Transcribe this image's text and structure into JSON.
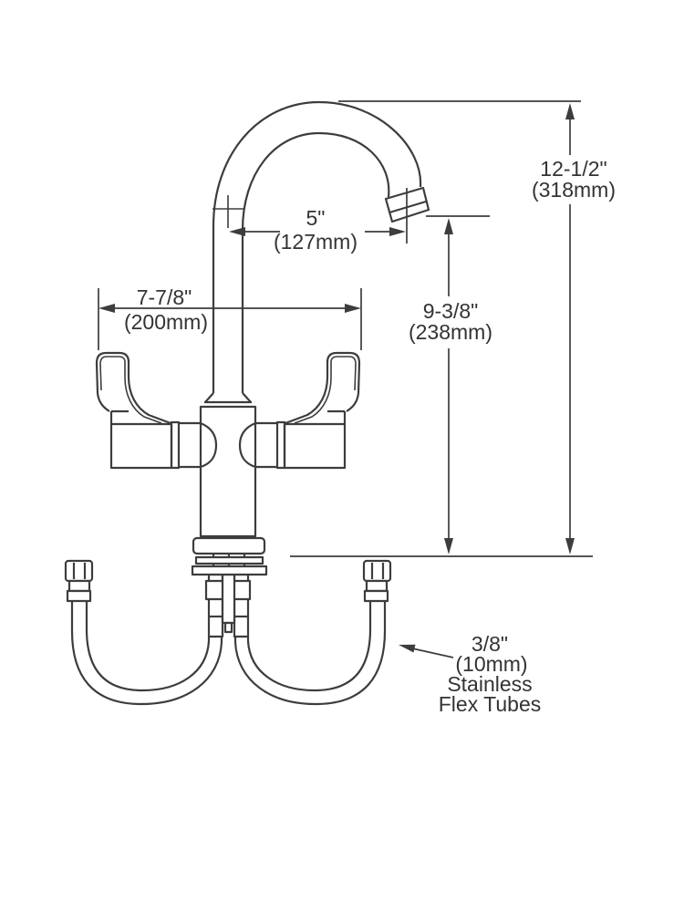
{
  "colors": {
    "line": "#3d3d3d",
    "text": "#333333",
    "background": "#ffffff"
  },
  "dimensions": {
    "overall_height": {
      "imperial": "12-1/2\"",
      "metric": "(318mm)"
    },
    "deck_to_spout_outlet": {
      "imperial": "9-3/8\"",
      "metric": "(238mm)"
    },
    "spout_reach": {
      "imperial": "5\"",
      "metric": "(127mm)"
    },
    "handle_span": {
      "imperial": "7-7/8\"",
      "metric": "(200mm)"
    }
  },
  "labels": {
    "flex_tube": {
      "size": "3/8\"",
      "metric": "(10mm)",
      "material": "Stainless",
      "type": "Flex Tubes"
    }
  }
}
